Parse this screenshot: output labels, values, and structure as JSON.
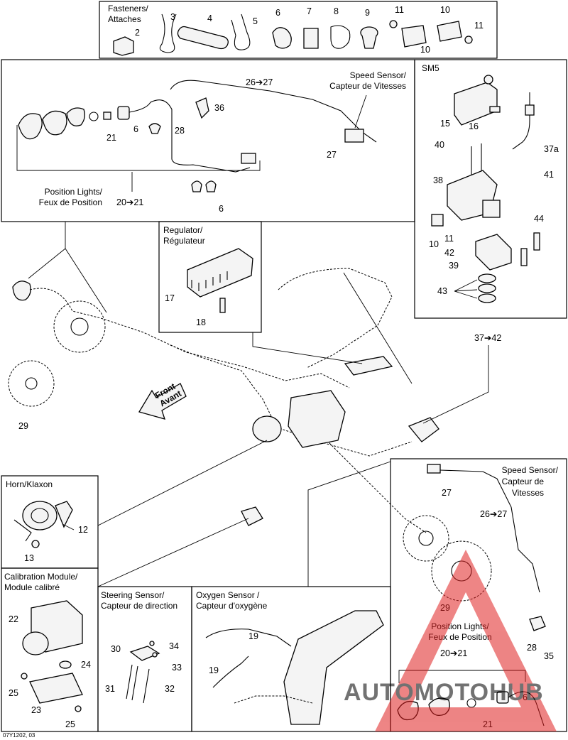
{
  "boxes": {
    "fasteners_title": "Fasteners/\nAttaches",
    "speed_sensor_top": "Speed Sensor/\nCapteur de Vitesses",
    "position_lights_top": "Position Lights/\nFeux de Position",
    "sm5_title": "SM5",
    "regulator_title": "Regulator/\nRégulateur",
    "horn_title": "Horn/Klaxon",
    "calibration_title": "Calibration Module/\nModule calibré",
    "steering_title": "Steering Sensor/\nCapteur de direction",
    "oxygen_title": "Oxygen Sensor /\nCapteur d'oxygène",
    "speed_sensor_bottom": "Speed Sensor/\nCapteur de\nVitesses",
    "position_lights_bottom": "Position Lights/\nFeux de Position",
    "front_arrow": "Front\nAvant",
    "diagram_ref": "07Y1202, 03"
  },
  "callouts": {
    "fasteners": [
      "2",
      "3",
      "4",
      "5",
      "6",
      "7",
      "8",
      "9",
      "11",
      "10",
      "11",
      "10"
    ],
    "top_wiring": [
      "26➔27",
      "36",
      "28",
      "21",
      "6",
      "27",
      "20➔21",
      "6"
    ],
    "sm5": [
      "15",
      "16",
      "37a",
      "40",
      "41",
      "38",
      "44",
      "11",
      "10",
      "42",
      "39",
      "43"
    ],
    "regulator": [
      "17",
      "18"
    ],
    "main": [
      "29",
      "37➔42"
    ],
    "horn": [
      "12",
      "13"
    ],
    "calibration": [
      "22",
      "24",
      "25",
      "23",
      "25"
    ],
    "steering": [
      "30",
      "34",
      "33",
      "31",
      "32"
    ],
    "oxygen": [
      "19",
      "19"
    ],
    "bottom_right": [
      "27",
      "26➔27",
      "29",
      "28",
      "35",
      "20➔21",
      "6",
      "21"
    ]
  },
  "watermark": {
    "brand": "AUTOMOTOHUB",
    "color": "#e02020"
  }
}
